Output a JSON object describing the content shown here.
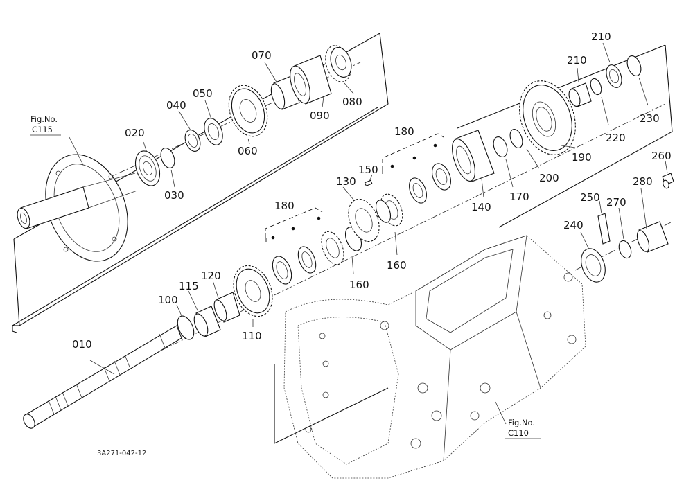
{
  "diagram": {
    "parts": [
      {
        "id": "p010",
        "label": "010"
      },
      {
        "id": "p020",
        "label": "020"
      },
      {
        "id": "p030",
        "label": "030"
      },
      {
        "id": "p040",
        "label": "040"
      },
      {
        "id": "p050",
        "label": "050"
      },
      {
        "id": "p060",
        "label": "060"
      },
      {
        "id": "p070",
        "label": "070"
      },
      {
        "id": "p080",
        "label": "080"
      },
      {
        "id": "p090",
        "label": "090"
      },
      {
        "id": "p100",
        "label": "100"
      },
      {
        "id": "p110",
        "label": "110"
      },
      {
        "id": "p115",
        "label": "115"
      },
      {
        "id": "p120",
        "label": "120"
      },
      {
        "id": "p130",
        "label": "130"
      },
      {
        "id": "p140",
        "label": "140"
      },
      {
        "id": "p150",
        "label": "150"
      },
      {
        "id": "p160a",
        "label": "160"
      },
      {
        "id": "p160b",
        "label": "160"
      },
      {
        "id": "p170",
        "label": "170"
      },
      {
        "id": "p180a",
        "label": "180"
      },
      {
        "id": "p180b",
        "label": "180"
      },
      {
        "id": "p190",
        "label": "190"
      },
      {
        "id": "p200",
        "label": "200"
      },
      {
        "id": "p210a",
        "label": "210"
      },
      {
        "id": "p210b",
        "label": "210"
      },
      {
        "id": "p220",
        "label": "220"
      },
      {
        "id": "p230",
        "label": "230"
      },
      {
        "id": "p240",
        "label": "240"
      },
      {
        "id": "p250",
        "label": "250"
      },
      {
        "id": "p260",
        "label": "260"
      },
      {
        "id": "p270",
        "label": "270"
      },
      {
        "id": "p280",
        "label": "280"
      }
    ],
    "refs": {
      "c115_title": "Fig.No.",
      "c115_code": "C115",
      "c110_title": "Fig.No.",
      "c110_code": "C110"
    },
    "drawing_number": "3A271-042-12"
  }
}
